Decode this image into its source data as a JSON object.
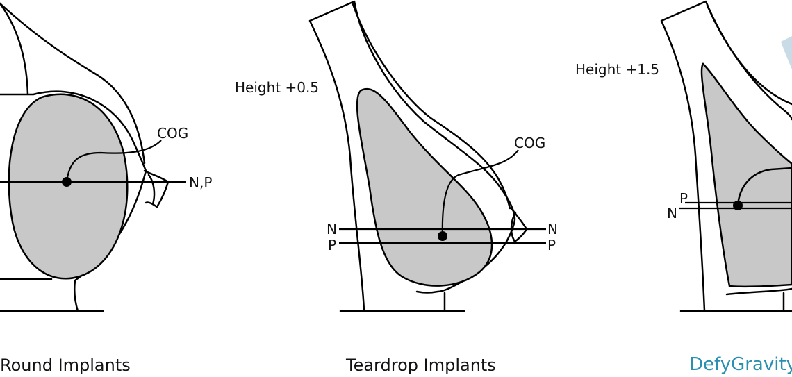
{
  "colors": {
    "implant_fill": "#c8c8c8",
    "brand_text": "#2a8fb0",
    "brand_mark": "#c9dbe6"
  },
  "panels": [
    {
      "caption": "Round Implants",
      "labels": {
        "cog": "COG",
        "np": "N,P"
      }
    },
    {
      "caption": "Teardrop Implants",
      "height_label": "Height +0.5",
      "labels": {
        "cog": "COG",
        "n_left": "N",
        "p_left": "P",
        "n_right": "N",
        "p_right": "P"
      }
    },
    {
      "height_label": "Height +1.5",
      "labels": {
        "n_left": "N",
        "p_left": "P"
      }
    }
  ],
  "brand": {
    "name": "DefyGravity"
  }
}
